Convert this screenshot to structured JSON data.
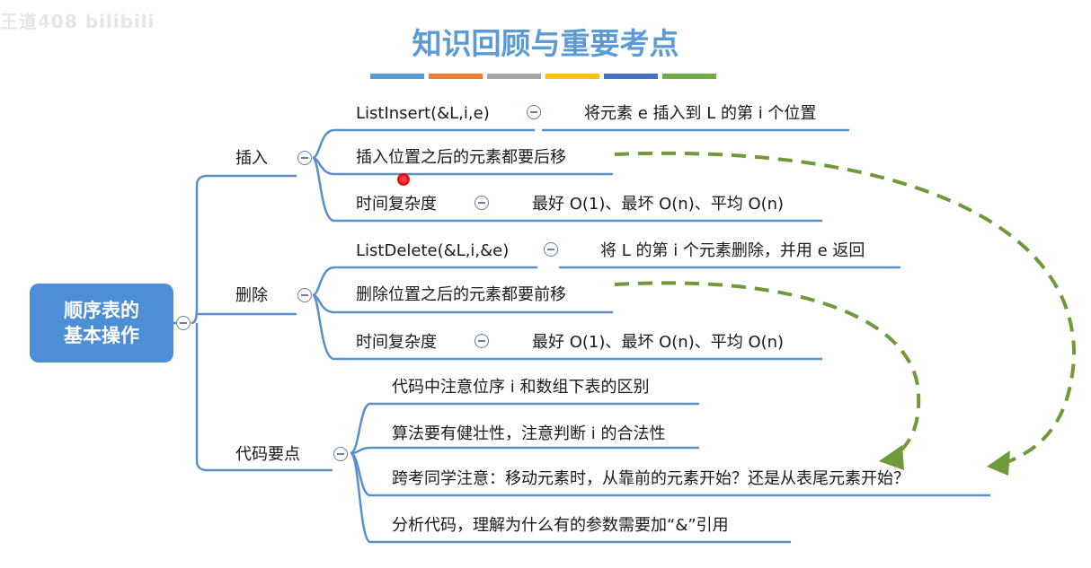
{
  "watermark": "王道408 bilibili",
  "title": "知识回顾与重要考点",
  "title_bar_colors": [
    "#5b9bd5",
    "#ed7d31",
    "#a5a5a5",
    "#ffc000",
    "#4472c4",
    "#70ad47"
  ],
  "root": {
    "line1": "顺序表的",
    "line2": "基本操作"
  },
  "branches": {
    "insert": {
      "label": "插入",
      "items": {
        "func": "ListInsert(&L,i,e)",
        "func_desc": "将元素 e 插入到 L 的第 i 个位置",
        "move": "插入位置之后的元素都要后移",
        "complexity": "时间复杂度",
        "complexity_desc": "最好 O(1)、最坏 O(n)、平均 O(n)"
      }
    },
    "delete": {
      "label": "删除",
      "items": {
        "func": "ListDelete(&L,i,&e)",
        "func_desc": "将 L 的第 i 个元素删除，并用 e 返回",
        "move": "删除位置之后的元素都要前移",
        "complexity": "时间复杂度",
        "complexity_desc": "最好 O(1)、最坏 O(n)、平均 O(n)"
      }
    },
    "code": {
      "label": "代码要点",
      "items": [
        "代码中注意位序 i 和数组下表的区别",
        "算法要有健壮性，注意判断 i 的合法性",
        "跨考同学注意：移动元素时，从靠前的元素开始？还是从表尾元素开始？",
        "分析代码，理解为什么有的参数需要加“&”引用"
      ]
    }
  },
  "colors": {
    "node_fill": "#4d8fd6",
    "line": "#5b8fc9",
    "arrow": "#6f9a3a",
    "title": "#5a9bd5"
  }
}
